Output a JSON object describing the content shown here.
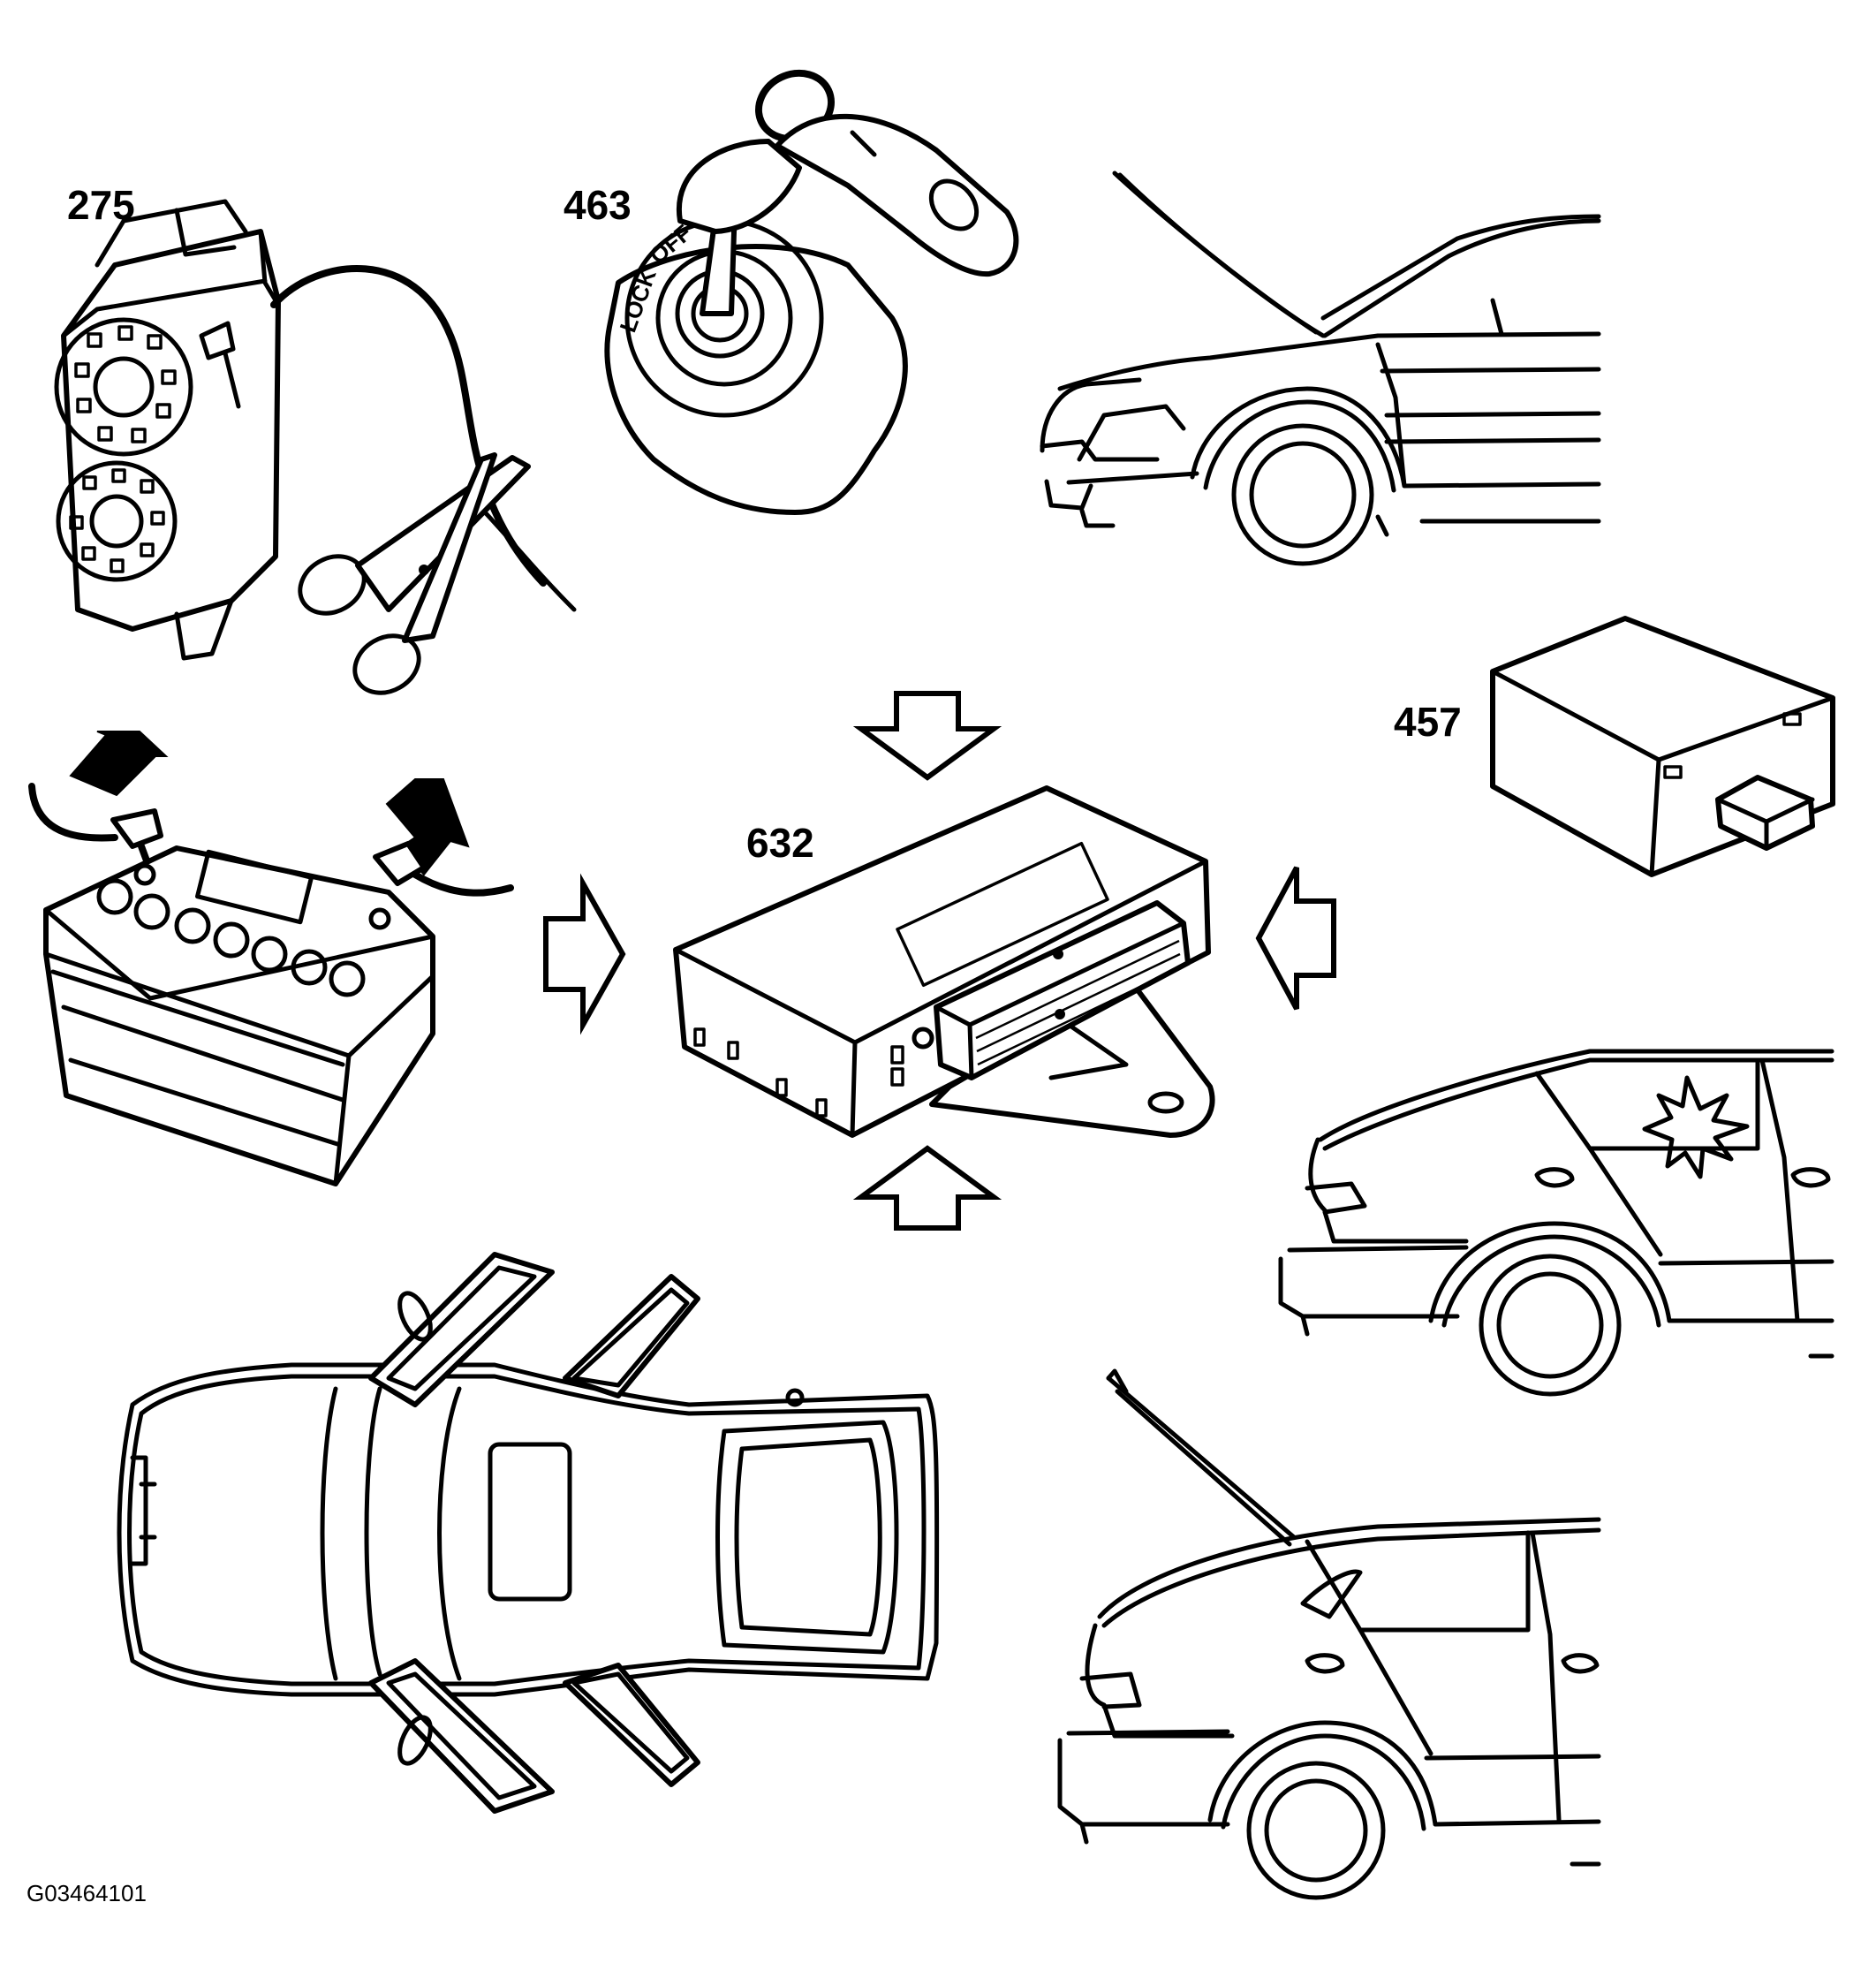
{
  "labels": {
    "diag_connector": "275",
    "ignition_key": "463",
    "siren": "457",
    "control_module": "632"
  },
  "figure_id": "G03464101",
  "ignition_markings": {
    "lock": "LOCK",
    "off": "OFF"
  }
}
